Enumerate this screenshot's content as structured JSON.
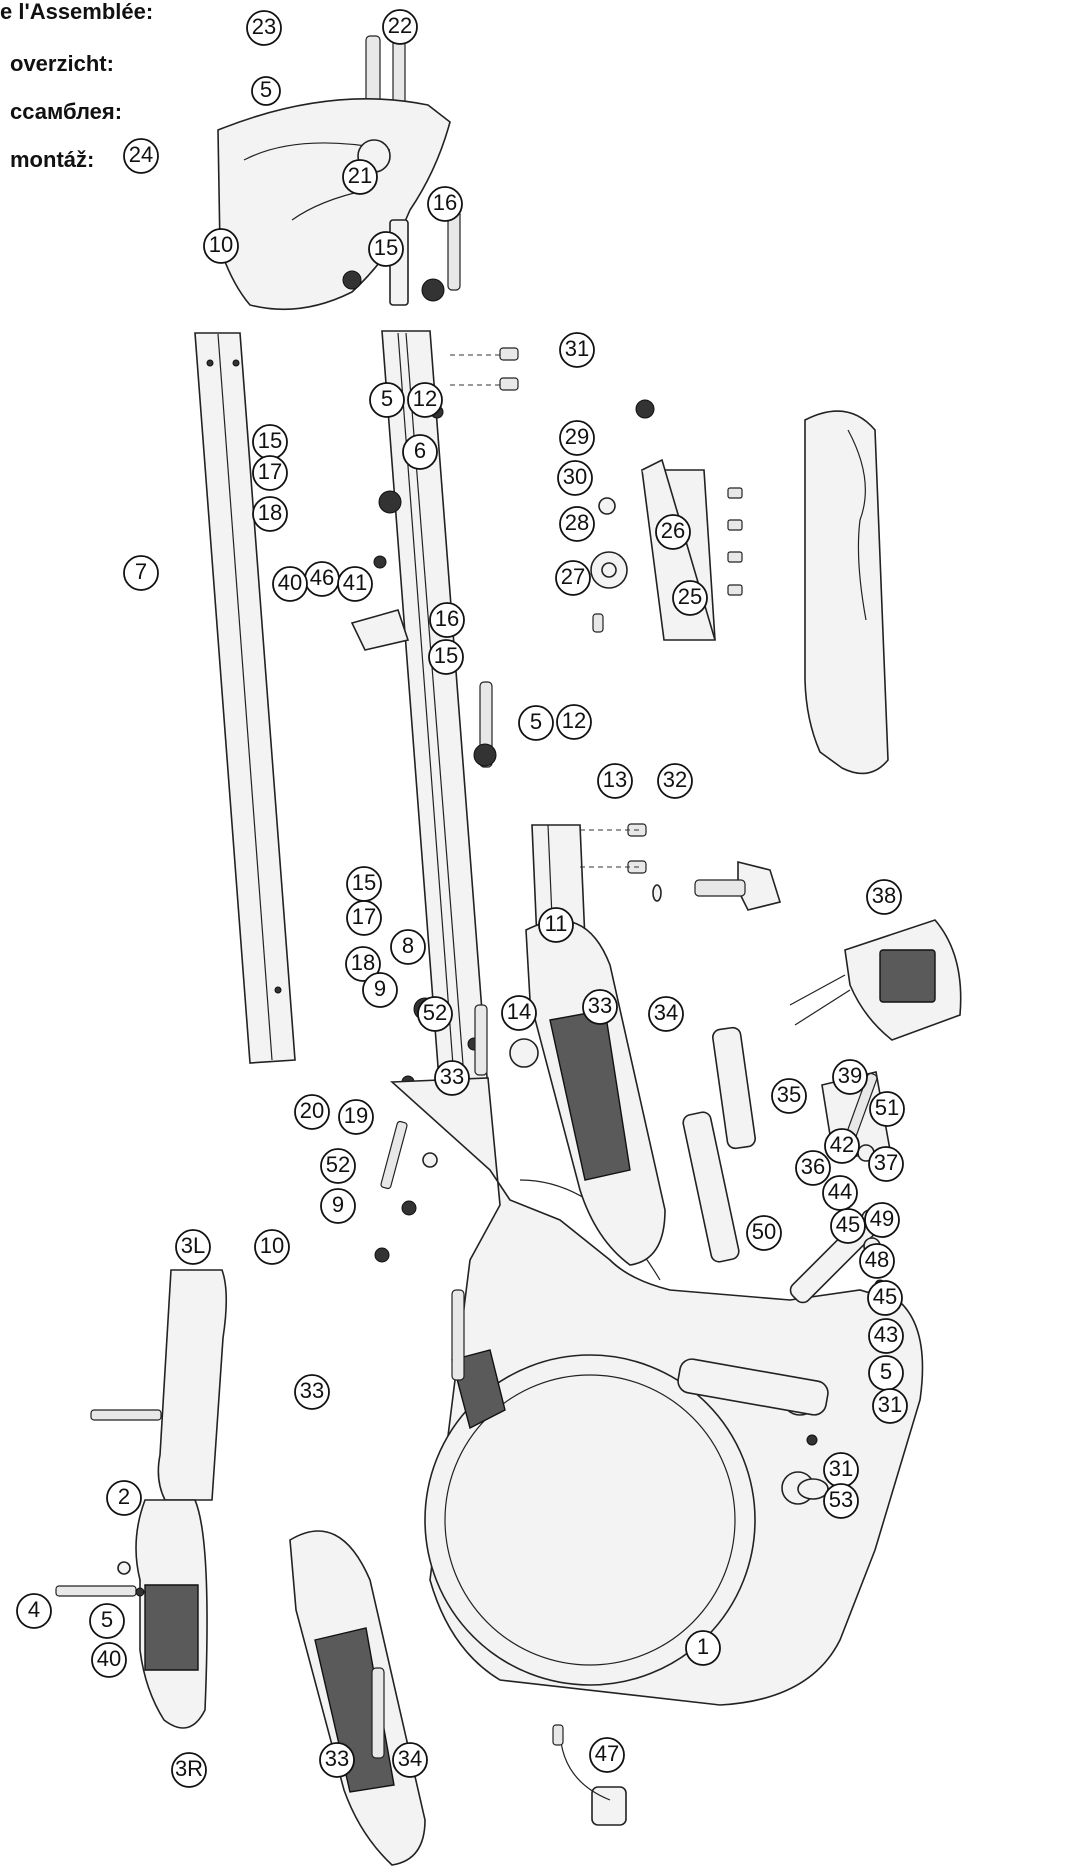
{
  "header": {
    "lines": [
      "e l'Assemblée:",
      "overzicht:",
      "ссамблея:",
      "montáž:"
    ]
  },
  "callouts": [
    "23",
    "22",
    "5",
    "24",
    "21",
    "16",
    "10",
    "15",
    "31",
    "5",
    "12",
    "15",
    "17",
    "29",
    "6",
    "30",
    "18",
    "28",
    "26",
    "7",
    "46",
    "40",
    "41",
    "27",
    "25",
    "16",
    "15",
    "5",
    "12",
    "13",
    "32",
    "15",
    "17",
    "8",
    "11",
    "38",
    "18",
    "9",
    "33",
    "52",
    "14",
    "34",
    "33",
    "20",
    "19",
    "39",
    "35",
    "51",
    "42",
    "37",
    "52",
    "36",
    "44",
    "9",
    "45",
    "49",
    "50",
    "48",
    "10",
    "3L",
    "45",
    "43",
    "5",
    "31",
    "33",
    "2",
    "31",
    "53",
    "4",
    "5",
    "40",
    "1",
    "33",
    "34",
    "3R",
    "47"
  ]
}
